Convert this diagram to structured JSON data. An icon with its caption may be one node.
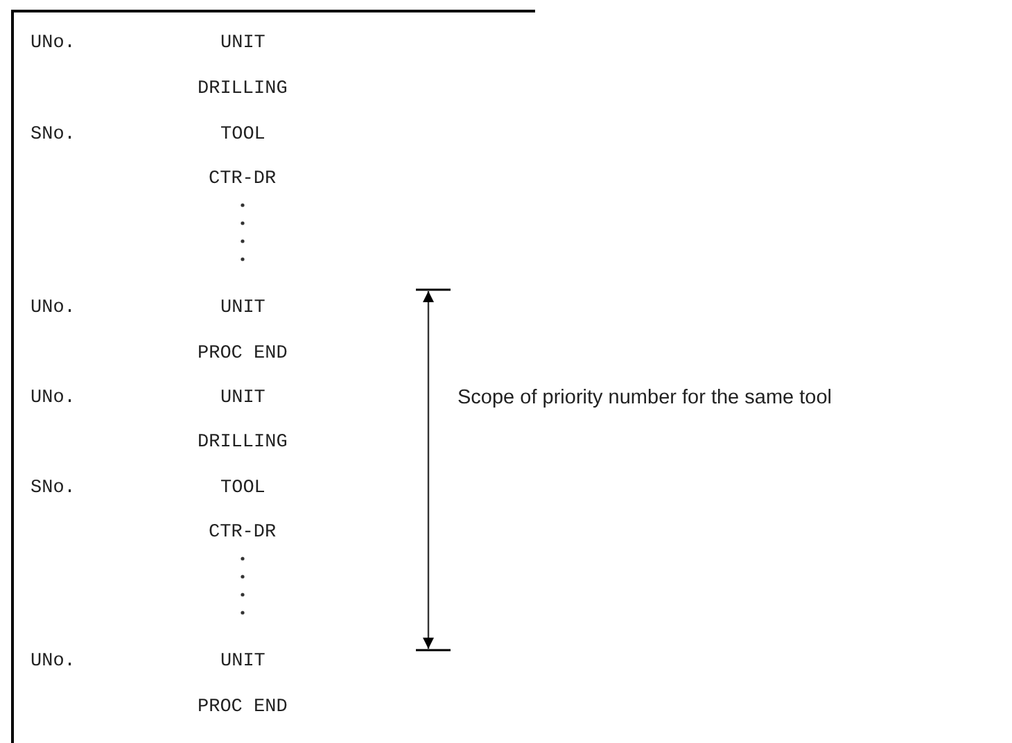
{
  "diagram": {
    "labels": [
      "UNo.",
      "UNIT",
      "DRILLING",
      "SNo.",
      "TOOL",
      "CTR-DR",
      "UNo.",
      "UNIT",
      "PROC END",
      "UNo.",
      "UNIT",
      "DRILLING",
      "SNo.",
      "TOOL",
      "CTR-DR",
      "UNo.",
      "UNIT",
      "PROC END",
      "Scope of priority number for the same tool"
    ]
  }
}
